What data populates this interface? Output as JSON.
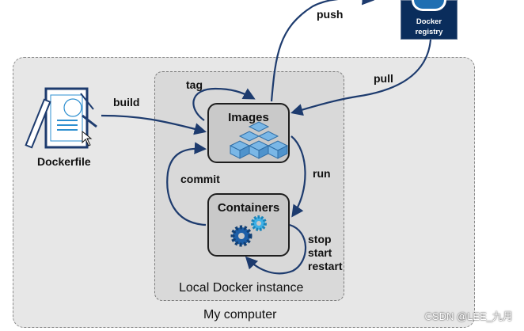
{
  "registry": {
    "title_line1": "Docker",
    "title_line2": "registry"
  },
  "nodes": {
    "dockerfile": "Dockerfile",
    "images": "Images",
    "containers": "Containers"
  },
  "arrows": {
    "push": "push",
    "pull": "pull",
    "build": "build",
    "tag": "tag",
    "commit": "commit",
    "run": "run",
    "stop": "stop",
    "start": "start",
    "restart": "restart"
  },
  "regions": {
    "local_instance": "Local Docker instance",
    "my_computer": "My computer"
  },
  "watermark": "CSDN @LEE_九月",
  "colors": {
    "arrow": "#1d3b6e",
    "registry_bg": "#0a2d5c",
    "icon_blue": "#2d8fd0"
  }
}
